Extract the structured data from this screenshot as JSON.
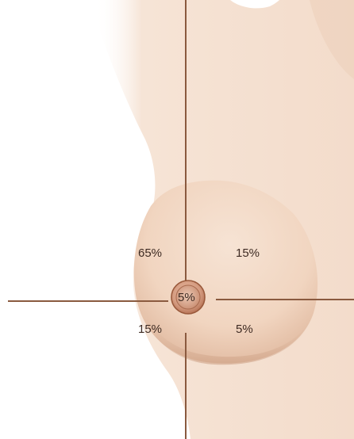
{
  "quadrants": {
    "upper_outer": {
      "label": "65%",
      "value": 65
    },
    "upper_inner": {
      "label": "15%",
      "value": 15
    },
    "lower_outer": {
      "label": "15%",
      "value": 15
    },
    "lower_inner": {
      "label": "5%",
      "value": 5
    },
    "central": {
      "label": "5%",
      "value": 5
    }
  },
  "colors": {
    "skin_light": "#f7e6d8",
    "skin": "#f0d2bd",
    "skin_shadow": "#d9ad92",
    "areola": "#d7a085",
    "areola_ring": "#9a5a3c",
    "divider_line": "#8a5a3f",
    "label_text": "#3d2a22"
  }
}
